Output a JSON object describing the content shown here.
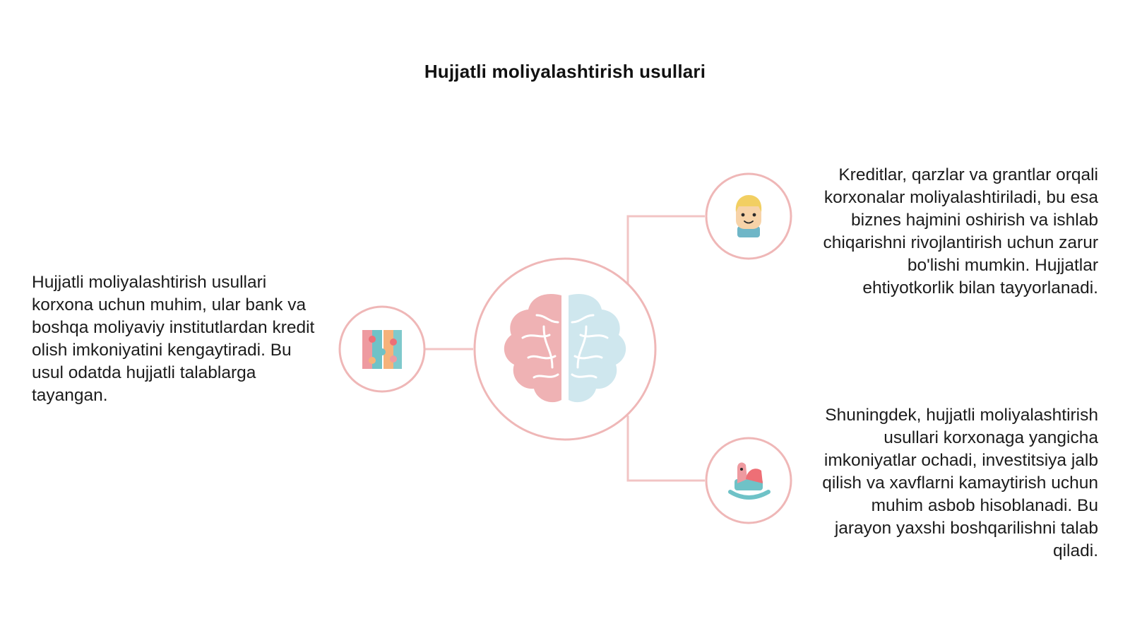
{
  "title": "Hujjatli moliyalashtirish usullari",
  "texts": {
    "left": "Hujjatli moliyalashtirish usullari korxona uchun muhim, ular bank va boshqa moliyaviy institutlardan kredit olish imkoniyatini kengaytiradi. Bu usul odatda hujjatli talablarga tayangan.",
    "right_top": "Kreditlar, qarzlar va grantlar orqali korxonalar moliyalashtiriladi, bu esa biznes hajmini oshirish va ishlab chiqarishni rivojlantirish uchun zarur bo'lishi mumkin. Hujjatlar ehtiyotkorlik bilan tayyorlanadi.",
    "right_bottom": "Shuningdek, hujjatli moliyalashtirish usullari korxonaga yangicha imkoniyatlar ochadi, investitsiya jalb qilish va xavflarni kamaytirish uchun muhim asbob hisoblanadi. Bu jarayon yaxshi boshqarilishni talab qiladi."
  },
  "icons": {
    "center": "brain-icon",
    "left": "puzzle-icon",
    "right_top": "person-icon",
    "right_bottom": "rocking-horse-icon"
  },
  "colors": {
    "connector": "#f2c4c4",
    "circle_border": "#efb7b7",
    "brain_left": "#efb2b4",
    "brain_right": "#cfe7ee",
    "accent_teal": "#6fc2c7",
    "accent_red": "#ee6f76",
    "accent_orange": "#f5b27a",
    "skin": "#f7d3a8",
    "hair": "#f2cf62"
  }
}
